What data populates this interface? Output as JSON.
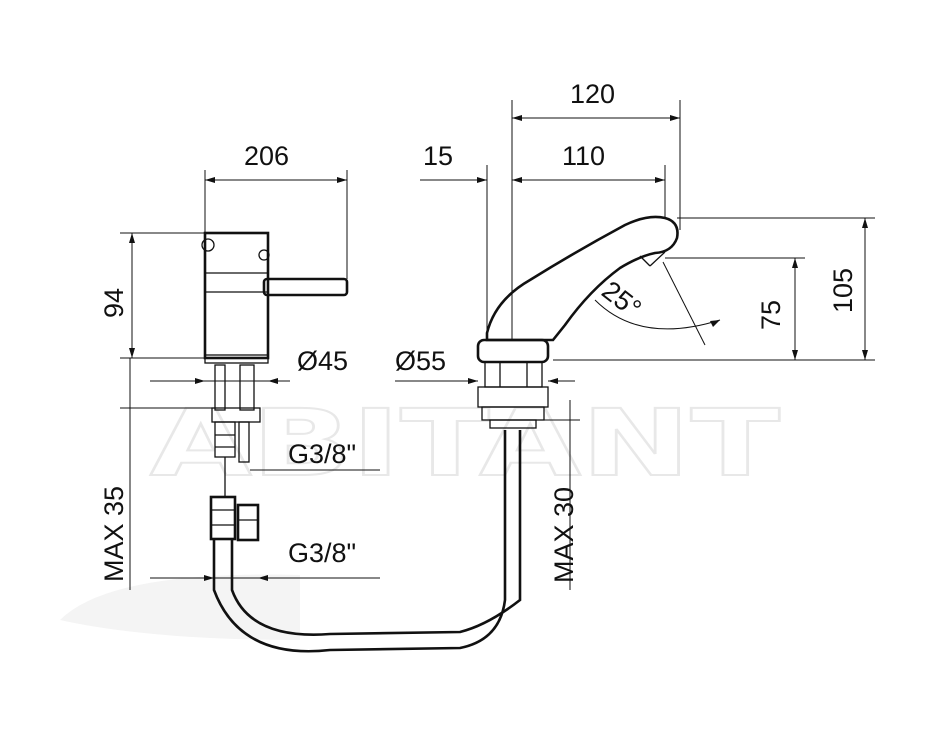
{
  "watermark": "ABITANT",
  "dimensions": {
    "mixer_width": "206",
    "mixer_height": "94",
    "mixer_base_diameter": "Ø45",
    "mixer_connection_top": "G3/8\"",
    "mixer_connection_bottom": "G3/8\"",
    "mixer_max_thickness": "MAX 35",
    "spout_offset": "15",
    "spout_reach_inner": "110",
    "spout_reach_total": "120",
    "spout_base_diameter": "Ø55",
    "spout_outlet_height": "75",
    "spout_total_height": "105",
    "spout_angle": "25°",
    "spout_max_thickness": "MAX 30"
  }
}
